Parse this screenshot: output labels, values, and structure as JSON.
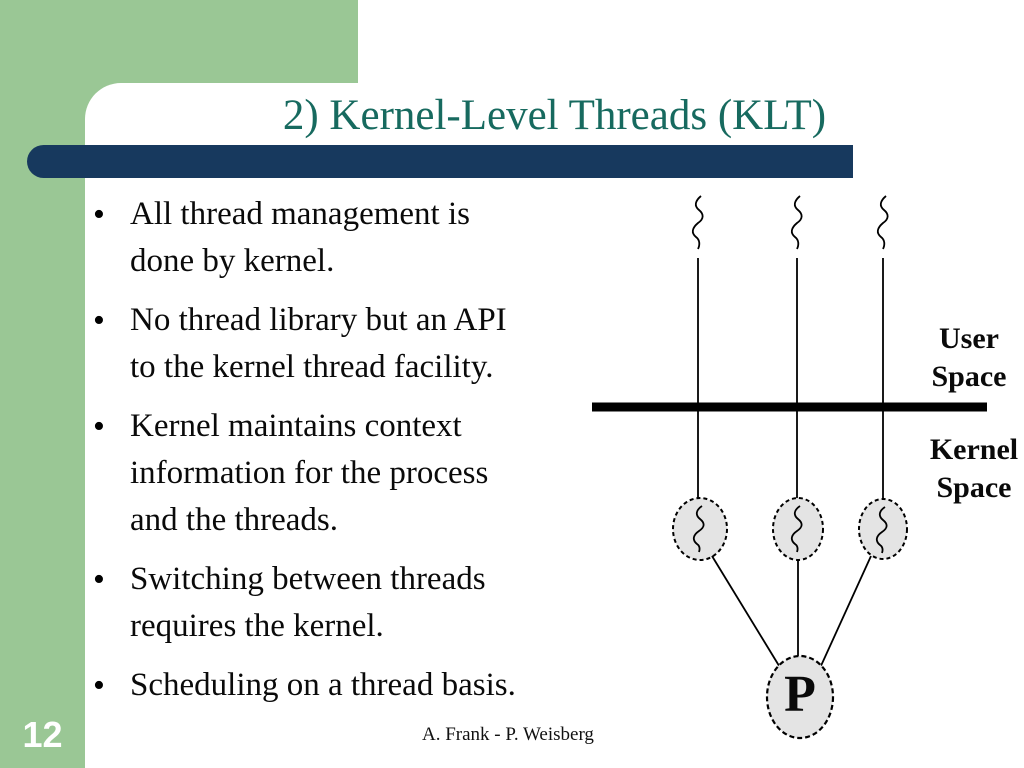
{
  "slide": {
    "title": "2) Kernel-Level Threads (KLT)",
    "page_number": "12",
    "footer": "A. Frank - P. Weisberg"
  },
  "list": {
    "bullet_char": "•"
  },
  "bullets": [
    {
      "lines": [
        "All thread management is",
        "done by kernel."
      ]
    },
    {
      "lines": [
        "No thread library but an API",
        "to the kernel thread facility."
      ]
    },
    {
      "lines": [
        "Kernel maintains context",
        "information for the process",
        "and the threads."
      ]
    },
    {
      "lines": [
        "Switching between threads",
        "requires the kernel."
      ]
    },
    {
      "lines": [
        "Scheduling on a thread basis."
      ]
    }
  ],
  "diagram": {
    "user_space_line1": "User",
    "user_space_line2": "Space",
    "kernel_space_line1": "Kernel",
    "kernel_space_line2": "Space",
    "process_label": "P",
    "thread_count": 3
  },
  "colors": {
    "sidebar_green": "#9ac795",
    "accent_navy": "#17395e",
    "title_teal": "#176a5f",
    "ellipse_fill": "#e4e4e4",
    "diagram_stroke": "#000000"
  }
}
